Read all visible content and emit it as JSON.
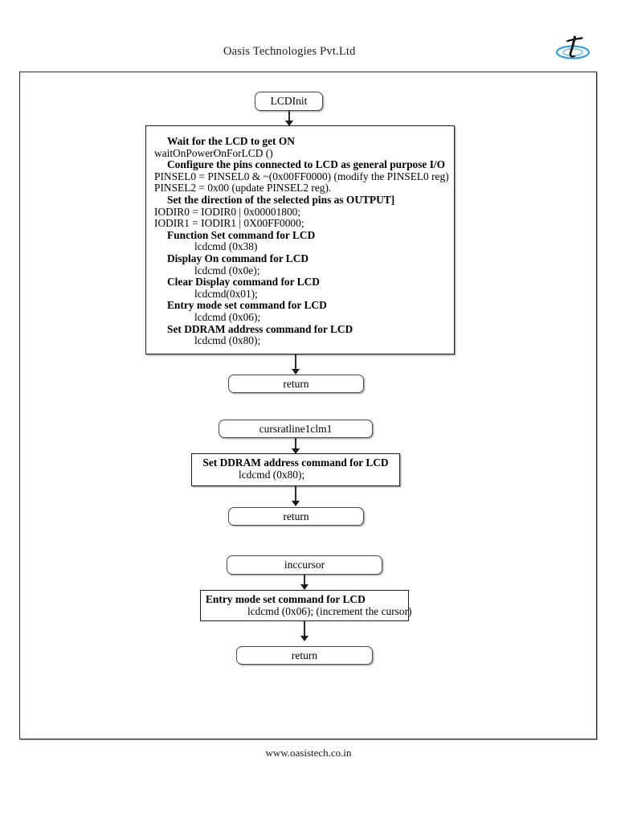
{
  "header": {
    "title": "Oasis Technologies Pvt.Ltd",
    "logo_name": "oasis-t-logo"
  },
  "footer": {
    "website": "www.oasistech.co.in"
  },
  "flowchart": {
    "title": "LCD initialization flowchart",
    "nodes": [
      {
        "id": "lcdinit",
        "type": "terminator",
        "label": "LCDInit"
      },
      {
        "id": "init-process",
        "type": "process",
        "lines": [
          {
            "text": "Wait for the LCD to get ON",
            "bold": true,
            "indent": 1
          },
          {
            "text": "waitOnPowerOnForLCD ()",
            "bold": false,
            "indent": 0
          },
          {
            "text": "Configure the pins connected to LCD as general purpose I/O",
            "bold": true,
            "indent": 1
          },
          {
            "text": "PINSEL0 = PINSEL0 & ~(0x00FF0000) (modify the PINSEL0 reg)",
            "bold": false,
            "indent": 0
          },
          {
            "text": "PINSEL2 = 0x00 (update PINSEL2 reg).",
            "bold": false,
            "indent": 0
          },
          {
            "text": "Set the direction of the selected pins as OUTPUT]",
            "bold": true,
            "indent": 1
          },
          {
            "text": "IODIR0 = IODIR0 | 0x00001800;",
            "bold": false,
            "indent": 0
          },
          {
            "text": "IODIR1 = IODIR1 | 0X00FF0000;",
            "bold": false,
            "indent": 0
          },
          {
            "text": "Function Set command for LCD",
            "bold": true,
            "indent": 1
          },
          {
            "text": "lcdcmd (0x38)",
            "bold": false,
            "indent": 2
          },
          {
            "text": "Display On command for LCD",
            "bold": true,
            "indent": 1
          },
          {
            "text": "lcdcmd (0x0e);",
            "bold": false,
            "indent": 2
          },
          {
            "text": "Clear Display command for LCD",
            "bold": true,
            "indent": 1
          },
          {
            "text": "lcdcmd(0x01);",
            "bold": false,
            "indent": 2
          },
          {
            "text": "Entry mode set command for LCD",
            "bold": true,
            "indent": 1
          },
          {
            "text": "lcdcmd (0x06);",
            "bold": false,
            "indent": 2
          },
          {
            "text": "Set DDRAM address command for LCD",
            "bold": true,
            "indent": 1
          },
          {
            "text": "lcdcmd (0x80);",
            "bold": false,
            "indent": 2
          }
        ]
      },
      {
        "id": "return-1",
        "type": "terminator",
        "label": "return"
      },
      {
        "id": "cursratline1clm1",
        "type": "terminator",
        "label": "cursratline1clm1"
      },
      {
        "id": "ddram-process",
        "type": "process",
        "lines": [
          {
            "text": "Set DDRAM address command for LCD",
            "bold": true,
            "indent": 1
          },
          {
            "text": "lcdcmd (0x80);",
            "bold": false,
            "indent": 2
          }
        ]
      },
      {
        "id": "return-2",
        "type": "terminator",
        "label": "return"
      },
      {
        "id": "inccursor",
        "type": "terminator",
        "label": "inccursor"
      },
      {
        "id": "entrymode-process",
        "type": "process",
        "lines": [
          {
            "text": "Entry mode set command for LCD",
            "bold": true,
            "indent": 1
          },
          {
            "text": "lcdcmd (0x06); (increment the cursor)",
            "bold": false,
            "indent": 2
          }
        ]
      },
      {
        "id": "return-3",
        "type": "terminator",
        "label": "return"
      }
    ]
  },
  "colors": {
    "ink": "#000000",
    "border": "#2b2b2b",
    "logo_blue": "#3a9fd6"
  }
}
